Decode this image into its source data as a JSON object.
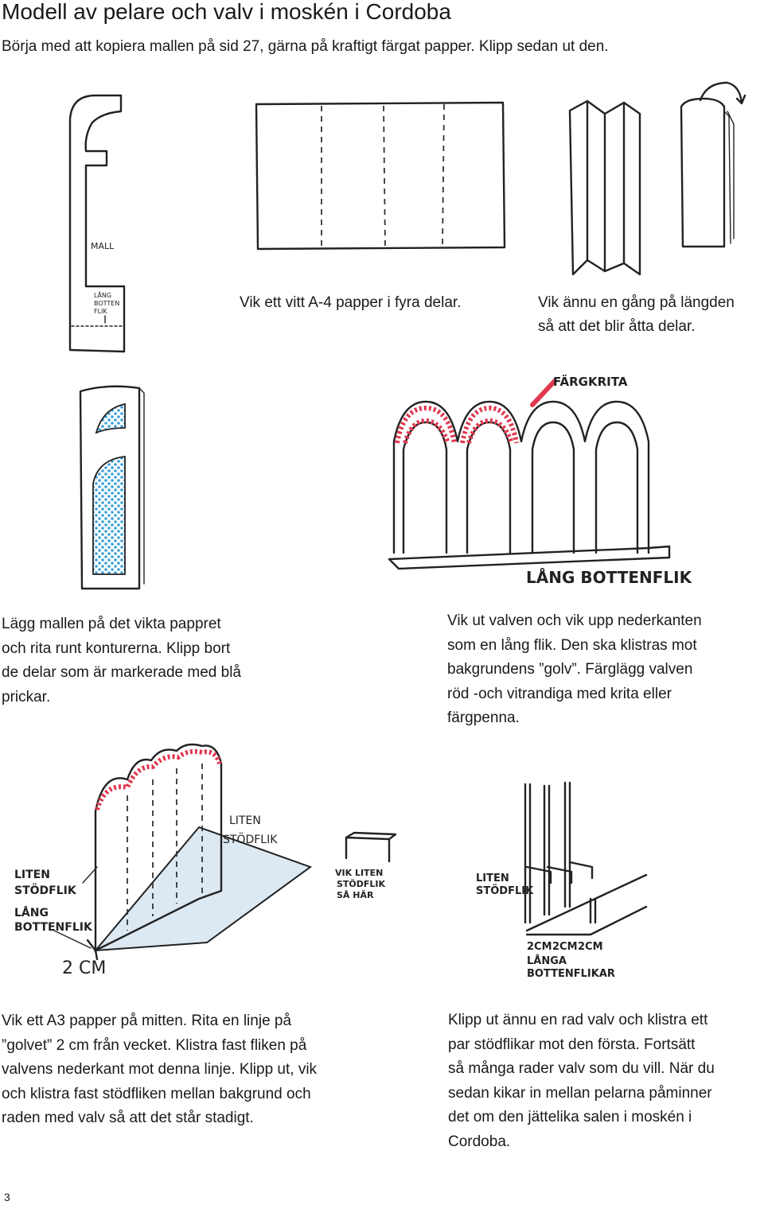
{
  "title": "Modell av pelare och valv i moskén i Cordoba",
  "intro": "Börja med att kopiera mallen på sid 27, gärna på kraftigt färgat papper. Klipp sedan ut den.",
  "captions": {
    "fold_four": "Vik ett vitt A-4 papper i fyra delar.",
    "fold_eight_line1": "Vik ännu en gång på längden",
    "fold_eight_line2": "så att det blir åtta delar.",
    "template_lines": [
      "Lägg mallen på det vikta pappret",
      "och rita runt konturerna. Klipp bort",
      "de delar som är markerade med blå",
      "prickar."
    ],
    "arches_lines": [
      "Vik ut valven och vik upp nederkanten",
      "som en lång flik. Den ska klistras mot",
      "bakgrundens ”golv”. Färglägg valven",
      "röd -och vitrandiga med krita eller",
      "färgpenna."
    ],
    "a3_lines": [
      "Vik ett A3 papper på mitten. Rita en linje på",
      "”golvet” 2 cm från vecket. Klistra fast fliken på",
      "valvens nederkant mot denna linje. Klipp ut, vik",
      "och klistra fast stödfliken mellan bakgrund och",
      "raden med valv så att det står stadigt."
    ],
    "more_lines": [
      "Klipp ut ännu en rad valv och klistra ett",
      "par stödflikar mot den första. Fortsätt",
      "så många rader valv som du vill. När du",
      "sedan kikar in mellan pelarna påminner",
      "det om den jättelika salen i moskén i",
      "Cordoba."
    ]
  },
  "drawing_labels": {
    "mall": "MALL",
    "lang_botten_flik": [
      "LÅNG",
      "BOTTEN",
      "FLIK"
    ],
    "fargkrita": "FÄRGKRITA",
    "lang_bottenflik": "LÅNG BOTTENFLIK",
    "liten_stodflik_right": [
      "LITEN",
      "STÖDFLIK"
    ],
    "liten_stodflik_left": [
      "LITEN",
      "STÖDFLIK"
    ],
    "lang_bottenflik_left": [
      "LÅNG",
      "BOTTENFLIK"
    ],
    "two_cm": "2 CM",
    "vik_liten": [
      "VIK LITEN",
      "STÖDFLIK",
      "SÅ HÄR"
    ],
    "liten_stodflik_3": [
      "LITEN",
      "STÖDFLIK"
    ],
    "cm_row": [
      "2CM",
      "2CM",
      "2CM"
    ],
    "langa_bottenflikar": [
      "LÅNGA",
      "BOTTENFLIKAR"
    ]
  },
  "colors": {
    "chalk_red": "#e0384f",
    "dots_blue": "#3a9fd8"
  },
  "page_number": "3"
}
